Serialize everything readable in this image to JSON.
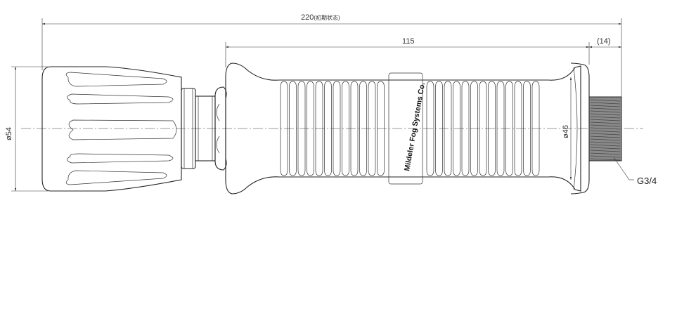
{
  "dimensions": {
    "overall_length": "220",
    "overall_length_note": "(初期状态)",
    "handle_length": "115",
    "thread_length": "(14)",
    "nozzle_diameter": "ø54",
    "handle_diameter": "ø46"
  },
  "callouts": {
    "thread": "G3/4"
  },
  "handle_text": "Mildeler Fog Systems Co.",
  "colors": {
    "line": "#222222",
    "thread_fill": "#8a8a8a"
  }
}
